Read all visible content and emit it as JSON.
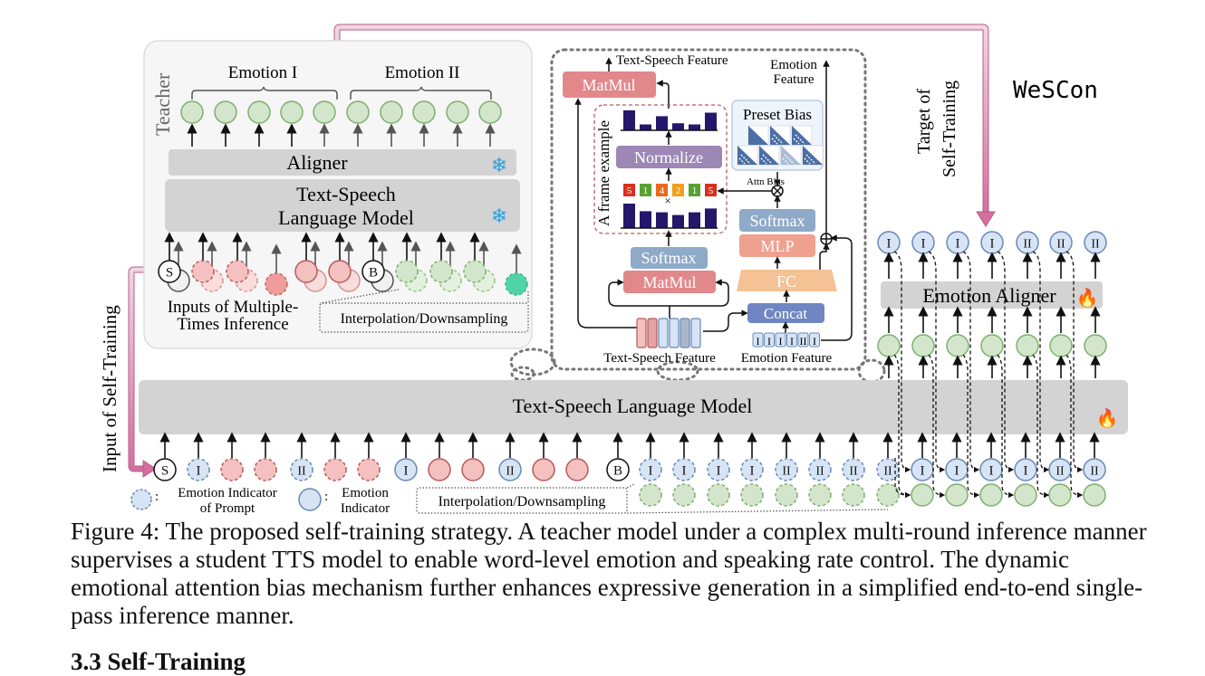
{
  "figure": {
    "brand": "WeSCon",
    "teacher": {
      "label": "Teacher",
      "emotion_groups": [
        "Emotion I",
        "Emotion II"
      ],
      "aligner": "Aligner",
      "lm_line1": "Text-Speech",
      "lm_line2": "Language Model",
      "frozen_icon": "snowflake-icon",
      "inputs_line1": "Inputs of Multiple-",
      "inputs_line2": "Times Inference",
      "interp": "Interpolation/Downsampling",
      "input_tokens": [
        "S",
        "",
        "",
        "",
        "",
        "",
        "B",
        "",
        "",
        "",
        ""
      ]
    },
    "attention": {
      "top_feature": "Text-Speech Feature",
      "emotion_feature_line1": "Emotion",
      "emotion_feature_line2": "Feature",
      "matmul_top": "MatMul",
      "frame_example": "A frame example",
      "normalize": "Normalize",
      "preset_bias": "Preset Bias",
      "attn_bias": "Attn Bias",
      "bias_weights": [
        "5",
        "1",
        "4",
        "2",
        "1",
        "5"
      ],
      "times": "×",
      "softmax_left": "Softmax",
      "matmul_left": "MatMul",
      "softmax_right": "Softmax",
      "mlp": "MLP",
      "fc": "FC",
      "concat": "Concat",
      "text_speech_feature": "Text-Speech Feature",
      "emotion_feature": "Emotion Feature",
      "emotion_feature_cells": [
        "I",
        "I",
        "I",
        "I",
        "II",
        "I"
      ]
    },
    "student": {
      "target_label_line1": "Target of",
      "target_label_line2": "Self-Training",
      "input_label": "Input of Self-Training",
      "emotion_aligner": "Emotion Aligner",
      "lm": "Text-Speech Language Model",
      "trainable_icon": "fire-icon",
      "aligner_outputs": [
        "I",
        "I",
        "I",
        "I",
        "II",
        "II",
        "II"
      ],
      "input_sequence": [
        "S",
        "I",
        "",
        "",
        "II",
        "",
        "",
        "I",
        "",
        "",
        "II",
        "",
        "",
        "B",
        "I",
        "I",
        "I",
        "I",
        "II",
        "II",
        "II",
        "II",
        "I",
        "I",
        "I",
        "I",
        "II",
        "II"
      ],
      "interp": "Interpolation/Downsampling"
    },
    "legend": {
      "prompt_indicator_line1": "Emotion Indicator",
      "prompt_indicator_line2": "of Prompt",
      "indicator_line1": "Emotion",
      "indicator_line2": "Indicator",
      "colon": ":"
    }
  },
  "caption": "Figure 4: The proposed self-training strategy. A teacher model under a complex multi-round inference manner supervises a student TTS model to enable word-level emotion and speaking rate control. The dynamic emotional attention bias mechanism further enhances expressive generation in a simplified end-to-end single-pass inference manner.",
  "next_section": "3.3   Self-Training",
  "colors": {
    "green_fill": "#d3e6cc",
    "green_stroke": "#7fb06e",
    "red_fill": "#f4c1c0",
    "red_stroke": "#b85a5a",
    "blue_fill": "#d6e4f5",
    "blue_stroke": "#6b88b5",
    "teal": "#52d3a6",
    "gray_bar": "#d3d3d3",
    "pink_arrow": "#d57aa3",
    "matmul": "#e1888b",
    "softmax": "#8fa9c8",
    "normalize": "#9c87b5",
    "mlp": "#f0a08e",
    "fc": "#f4c294",
    "concat": "#6f86c2",
    "bar_navy": "#23186b",
    "snowflake": "#2c9fe0",
    "fire": "#d93a1d"
  }
}
